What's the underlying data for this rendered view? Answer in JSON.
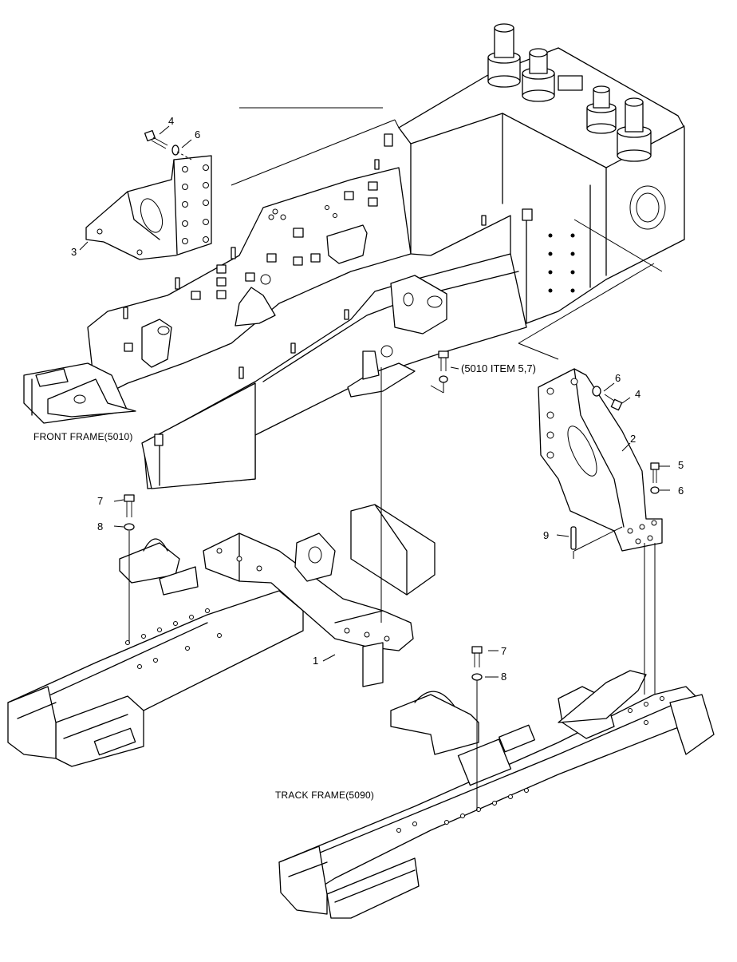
{
  "sections": {
    "front_frame": "FRONT FRAME(5010)",
    "track_frame": "TRACK FRAME(5090)"
  },
  "callouts": {
    "c1": "1",
    "c2": "2",
    "c3": "3",
    "c4_top": "4",
    "c6_top": "6",
    "c6_right": "6",
    "c4_right": "4",
    "c5": "5",
    "c6_lower": "6",
    "c9": "9",
    "c7_left": "7",
    "c8_left": "8",
    "c7_mid": "7",
    "c8_mid": "8",
    "ref": "(5010 ITEM 5,7)"
  }
}
